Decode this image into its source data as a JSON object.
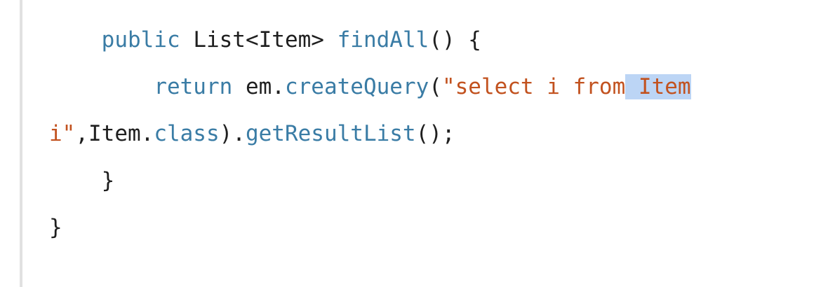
{
  "code": {
    "line1": {
      "indent": "    ",
      "kw_public": "public",
      "sp1": " ",
      "type": "List<Item>",
      "sp2": " ",
      "method": "findAll",
      "rest": "() {"
    },
    "line2": {
      "indent": "        ",
      "kw_return": "return",
      "sp1": " ",
      "obj": "em.",
      "method": "createQuery",
      "paren": "(",
      "str_start": "\"select i from",
      "str_selected": " Item"
    },
    "line3": {
      "str_end": "i\"",
      "mid": ",Item.",
      "kw_class": "class",
      "mid2": ").",
      "method": "getResultList",
      "end": "();"
    },
    "line4": {
      "indent": "    ",
      "brace": "}"
    },
    "line5": {
      "brace": "}"
    }
  },
  "colors": {
    "keyword": "#3a7ca5",
    "string": "#c2521f",
    "text": "#1f1f1f",
    "selection": "#bcd5f5"
  }
}
